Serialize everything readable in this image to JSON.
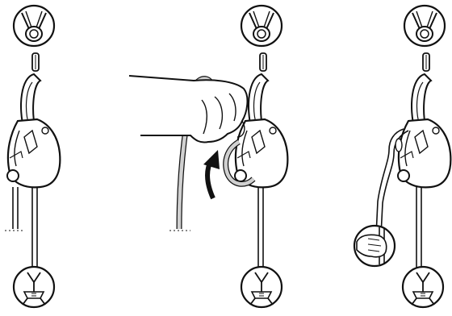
{
  "figure": {
    "panels": [
      {
        "id": "step-1",
        "elements": [
          "anchor-ring-icon",
          "carabiner-icon",
          "rope-descender-device-icon",
          "rope-strands",
          "harness-icon"
        ]
      },
      {
        "id": "step-2",
        "elements": [
          "anchor-ring-icon",
          "carabiner-icon",
          "rope-descender-device-icon",
          "hand-icon",
          "rope-loop",
          "upward-arrow-icon",
          "harness-icon"
        ]
      },
      {
        "id": "step-3",
        "elements": [
          "anchor-ring-icon",
          "carabiner-icon",
          "rope-descender-device-icon",
          "rope-strands",
          "hand-grip-detail-icon",
          "harness-icon"
        ]
      }
    ],
    "colors": {
      "line": "#111111",
      "rope": "#c9c9c9",
      "arrow": "#111111",
      "background": "#ffffff"
    }
  }
}
